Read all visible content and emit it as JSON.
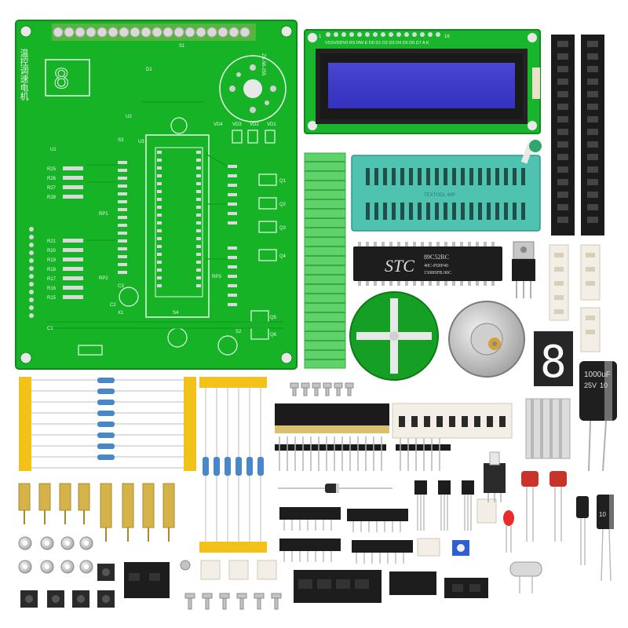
{
  "pcb": {
    "title_vertical": "温控调速电机",
    "top_right_code": "ZS-56-255",
    "labels": [
      "R25",
      "R26",
      "R27",
      "R28",
      "R21",
      "R20",
      "R19",
      "R18",
      "R17",
      "R16",
      "R15",
      "U1",
      "U2",
      "U3",
      "RP1",
      "RP2",
      "RP3",
      "Q1",
      "Q2",
      "Q3",
      "Q4",
      "Q5",
      "Q6",
      "VD1",
      "VD2",
      "VD3",
      "VD4",
      "S1",
      "S2",
      "S3",
      "S4",
      "C1",
      "C2",
      "C3",
      "X1",
      "D1"
    ]
  },
  "lcd": {
    "pin_labels": "VSSVDDV0 RS RW E  D0 D1 D2 D3 D4 D5 D6 D7 A  K",
    "pin_numbers": {
      "first": "1",
      "last": "16"
    }
  },
  "mcu": {
    "brand": "STC",
    "model_line1": "89C52RC",
    "model_line2": "40C-PDIP40",
    "model_line3": "1508HFB.90C"
  },
  "zif_socket": {
    "label": "TEXTOOL 40P"
  },
  "capacitor_large": {
    "value": "1000uF",
    "voltage": "25V",
    "extra": "10"
  },
  "capacitor_small": {
    "value": "10"
  },
  "seven_segment": {
    "digit": "8"
  }
}
